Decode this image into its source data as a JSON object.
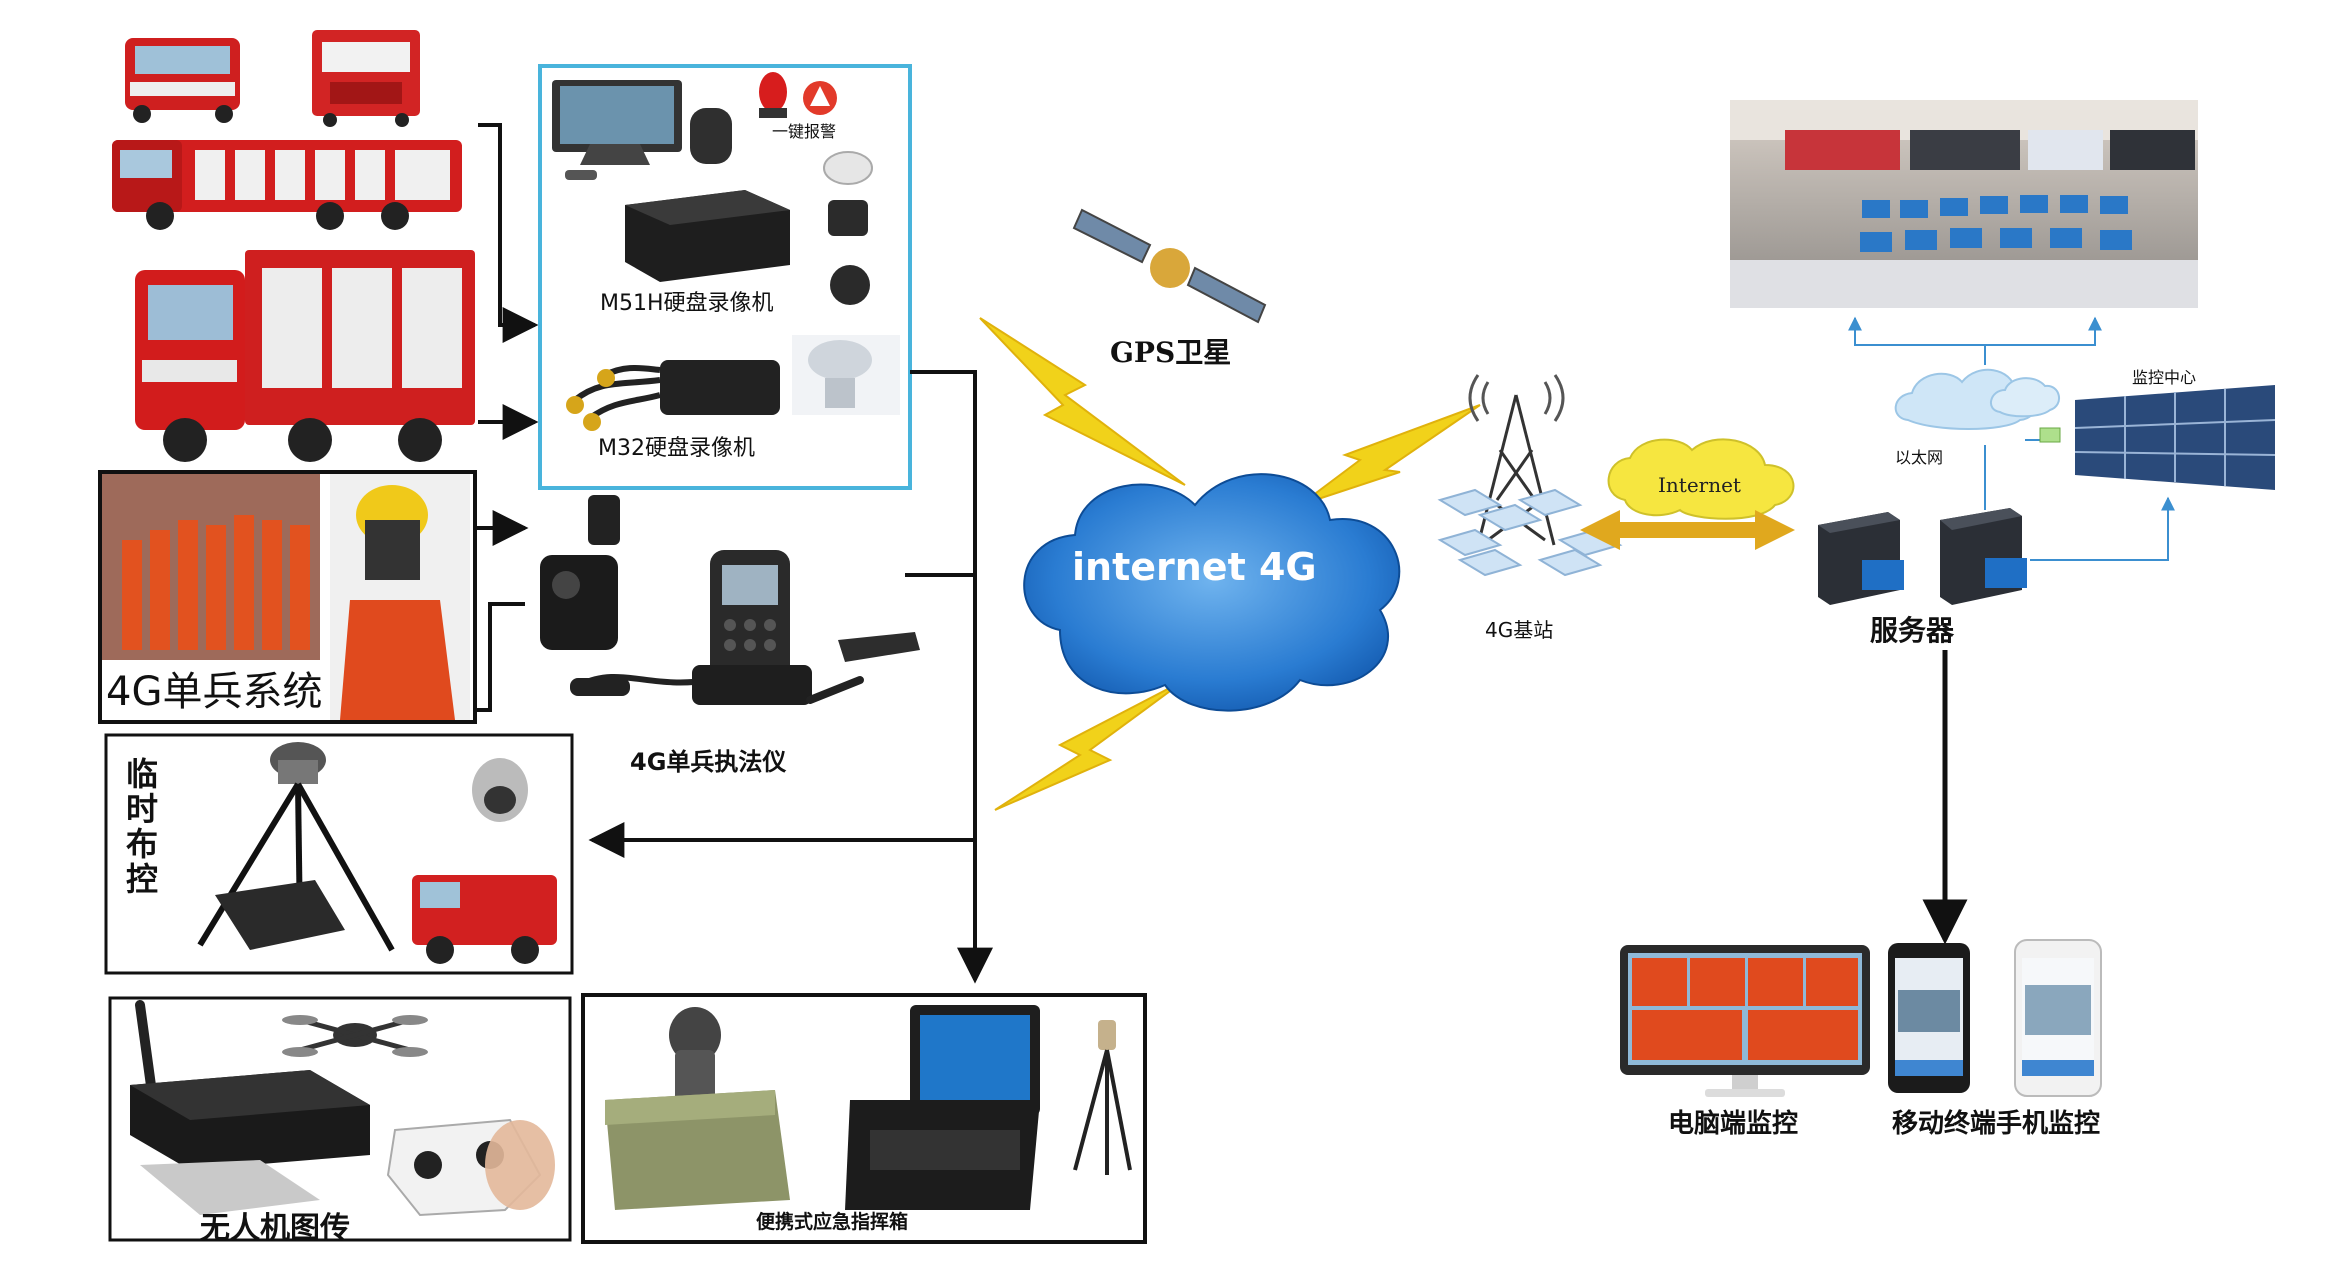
{
  "labels": {
    "m51h": "M51H硬盘录像机",
    "alarm": "一键报警",
    "m32": "M32硬盘录像机",
    "gps": "GPS卫星",
    "cloud_4g": "internet 4G",
    "base_station": "4G基站",
    "internet_cloud": "Internet",
    "ethernet": "以太网",
    "monitor_center": "监控中心",
    "server": "服务器",
    "soldier_system": "4G单兵系统",
    "law_device": "4G单兵执法仪",
    "temp_control": "临时布控",
    "drone": "无人机图传",
    "portable_box": "便携式应急指挥箱",
    "pc_monitor": "电脑端监控",
    "mobile_monitor": "移动终端手机监控"
  },
  "colors": {
    "device_box_border": "#49b4dc",
    "cloud_blue": "#1f6fc5",
    "lightning": "#f1d21a",
    "internet_cloud": "#f6e640",
    "arrow_yellow": "#e0a81e",
    "fire_red": "#cf1f1f",
    "line_dark": "#111111"
  }
}
